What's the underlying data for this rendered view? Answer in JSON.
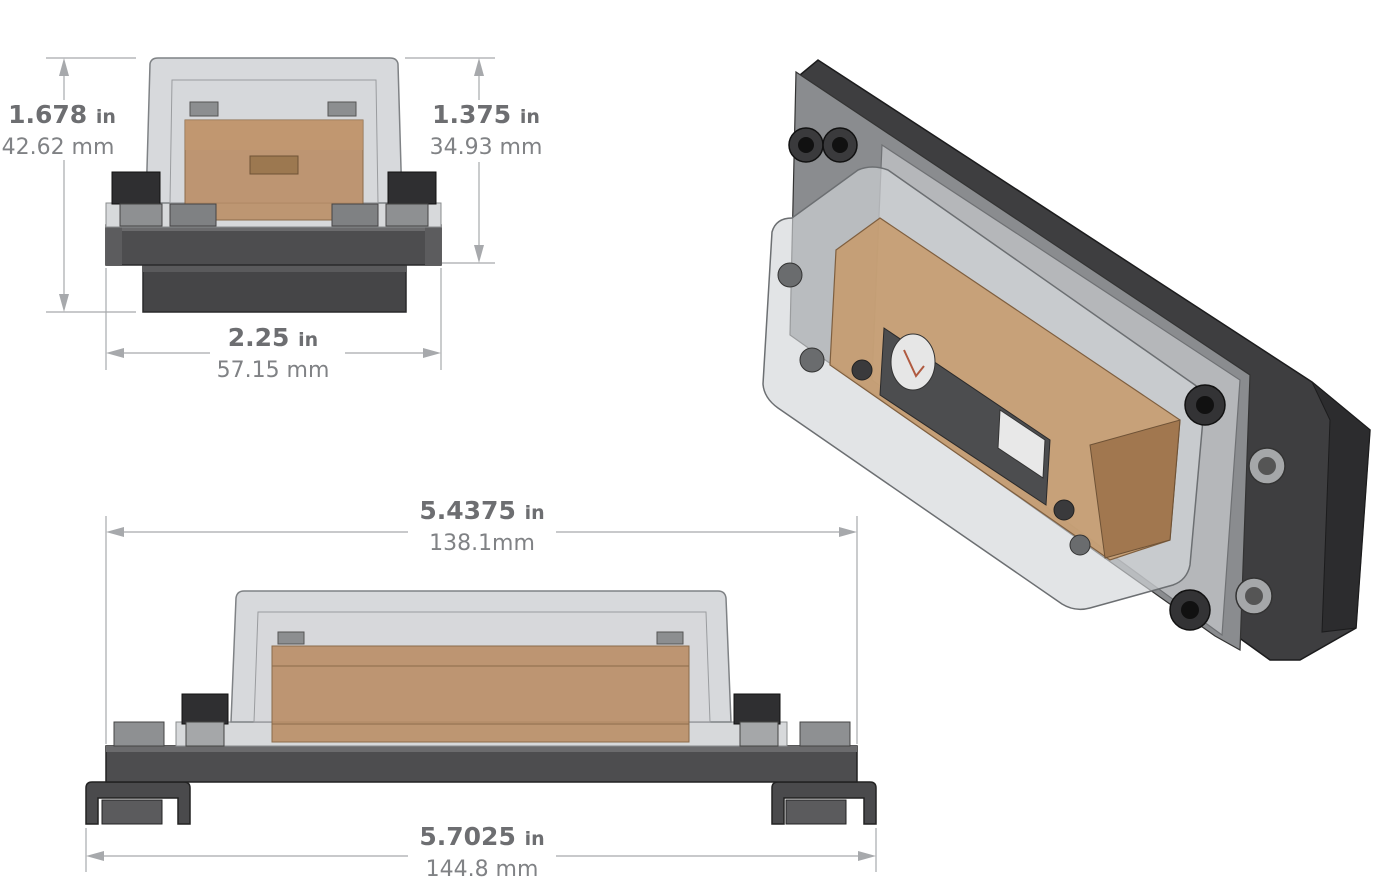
{
  "dimensions": {
    "front_total_height": {
      "value": "1.678",
      "unit": "in",
      "metric": "42.62 mm"
    },
    "front_lid_height": {
      "value": "1.375",
      "unit": "in",
      "metric": "34.93 mm"
    },
    "front_width": {
      "value": "2.25",
      "unit": "in",
      "metric": "57.15 mm"
    },
    "side_body_length": {
      "value": "5.4375",
      "unit": "in",
      "metric": "138.1mm"
    },
    "side_total_length": {
      "value": "5.7025",
      "unit": "in",
      "metric": "144.8 mm"
    }
  },
  "colors": {
    "plate": "#4a4a4c",
    "plate_dark": "#2e2e30",
    "clear_lid": "#c9cccf",
    "device_copper": "#c79a6a",
    "dimension_line": "#a7a9ac",
    "label_bold": "#6d6e71",
    "label_light": "#808285"
  }
}
